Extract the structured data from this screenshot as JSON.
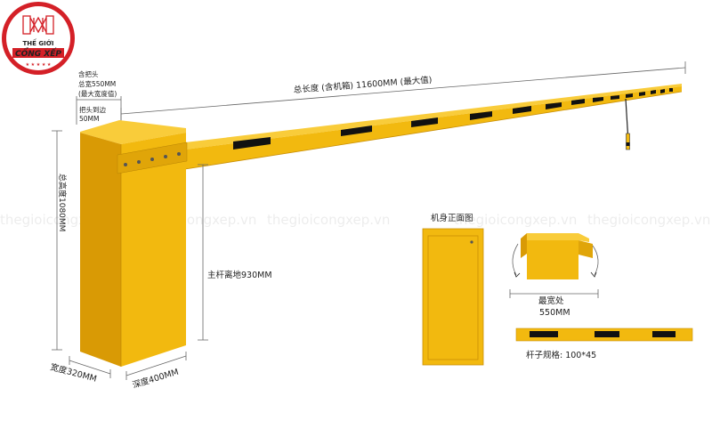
{
  "logo": {
    "line1": "THẾ GIỚI",
    "line2": "CỔNG XẾP"
  },
  "watermark": "thegioicongxep.vn",
  "labels": {
    "head_note_1": "含把头",
    "head_note_2": "总宽550MM",
    "head_note_3": "(最大宽度值)",
    "head_gap_1": "把头到边",
    "head_gap_2": "50MM",
    "total_length": "总长度  (含机箱)  11600MM  (最大值)",
    "total_height": "总高度1080MM",
    "boom_height": "主杆离地930MM",
    "width": "宽度320MM",
    "depth": "深度400MM",
    "front_view_title": "机身正面图",
    "max_width_1": "最宽处",
    "max_width_2": "550MM",
    "pole_spec": "杆子规格:  100*45"
  },
  "colors": {
    "body_yellow": "#f2b90f",
    "body_shade": "#d99a05",
    "body_light": "#f9cc3a",
    "stripe": "#111111",
    "logo_red": "#d42027"
  }
}
